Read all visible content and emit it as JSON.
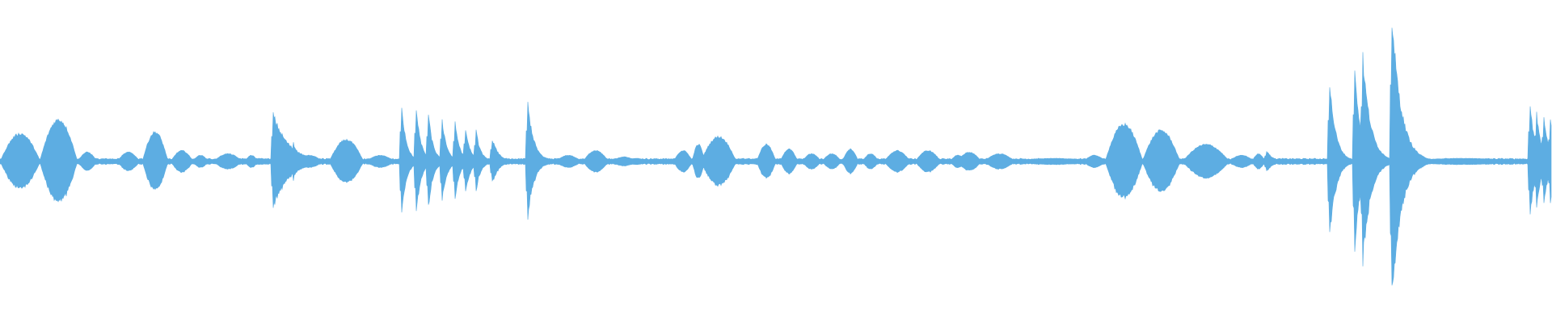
{
  "waveform": {
    "color": "#5DADE2",
    "background": "#ffffff",
    "baseline_amplitude": 0.02,
    "segments": [
      {
        "type": "lobe",
        "start": 0.0,
        "end": 0.026,
        "amp": 0.18
      },
      {
        "type": "lobe",
        "start": 0.026,
        "end": 0.05,
        "amp": 0.27
      },
      {
        "type": "lobe",
        "start": 0.05,
        "end": 0.062,
        "amp": 0.06
      },
      {
        "type": "lobe",
        "start": 0.076,
        "end": 0.09,
        "amp": 0.06
      },
      {
        "type": "lobe",
        "start": 0.092,
        "end": 0.108,
        "amp": 0.19
      },
      {
        "type": "lobe",
        "start": 0.11,
        "end": 0.124,
        "amp": 0.07
      },
      {
        "type": "lobe",
        "start": 0.124,
        "end": 0.134,
        "amp": 0.04
      },
      {
        "type": "lobe",
        "start": 0.138,
        "end": 0.156,
        "amp": 0.05
      },
      {
        "type": "lobe",
        "start": 0.158,
        "end": 0.166,
        "amp": 0.04
      },
      {
        "type": "spike",
        "pos": 0.176,
        "amp": 0.31,
        "decay": 0.01
      },
      {
        "type": "spike",
        "pos": 0.189,
        "amp": 0.12,
        "decay": 0.004
      },
      {
        "type": "lobe",
        "start": 0.19,
        "end": 0.208,
        "amp": 0.04
      },
      {
        "type": "lobe",
        "start": 0.212,
        "end": 0.234,
        "amp": 0.14
      },
      {
        "type": "lobe",
        "start": 0.236,
        "end": 0.254,
        "amp": 0.04
      },
      {
        "type": "spike",
        "pos": 0.259,
        "amp": 0.37,
        "decay": 0.003
      },
      {
        "type": "spike",
        "pos": 0.268,
        "amp": 0.35,
        "decay": 0.003
      },
      {
        "type": "spike",
        "pos": 0.276,
        "amp": 0.31,
        "decay": 0.003
      },
      {
        "type": "spike",
        "pos": 0.285,
        "amp": 0.28,
        "decay": 0.003
      },
      {
        "type": "spike",
        "pos": 0.293,
        "amp": 0.25,
        "decay": 0.003
      },
      {
        "type": "spike",
        "pos": 0.3,
        "amp": 0.22,
        "decay": 0.003
      },
      {
        "type": "spike",
        "pos": 0.307,
        "amp": 0.2,
        "decay": 0.003
      },
      {
        "type": "spike",
        "pos": 0.317,
        "amp": 0.15,
        "decay": 0.004
      },
      {
        "type": "spike",
        "pos": 0.34,
        "amp": 0.38,
        "decay": 0.004
      },
      {
        "type": "lobe",
        "start": 0.342,
        "end": 0.356,
        "amp": 0.03
      },
      {
        "type": "lobe",
        "start": 0.358,
        "end": 0.374,
        "amp": 0.04
      },
      {
        "type": "lobe",
        "start": 0.376,
        "end": 0.392,
        "amp": 0.07
      },
      {
        "type": "lobe",
        "start": 0.394,
        "end": 0.41,
        "amp": 0.03
      },
      {
        "type": "lobe",
        "start": 0.402,
        "end": 0.418,
        "amp": 0.02
      },
      {
        "type": "lobe",
        "start": 0.434,
        "end": 0.446,
        "amp": 0.07
      },
      {
        "type": "lobe",
        "start": 0.446,
        "end": 0.454,
        "amp": 0.11
      },
      {
        "type": "lobe",
        "start": 0.452,
        "end": 0.474,
        "amp": 0.16
      },
      {
        "type": "lobe",
        "start": 0.488,
        "end": 0.5,
        "amp": 0.11
      },
      {
        "type": "lobe",
        "start": 0.503,
        "end": 0.514,
        "amp": 0.08
      },
      {
        "type": "lobe",
        "start": 0.517,
        "end": 0.529,
        "amp": 0.05
      },
      {
        "type": "lobe",
        "start": 0.53,
        "end": 0.542,
        "amp": 0.05
      },
      {
        "type": "lobe",
        "start": 0.543,
        "end": 0.553,
        "amp": 0.08
      },
      {
        "type": "lobe",
        "start": 0.556,
        "end": 0.566,
        "amp": 0.05
      },
      {
        "type": "lobe",
        "start": 0.57,
        "end": 0.586,
        "amp": 0.07
      },
      {
        "type": "lobe",
        "start": 0.59,
        "end": 0.606,
        "amp": 0.07
      },
      {
        "type": "lobe",
        "start": 0.612,
        "end": 0.622,
        "amp": 0.04
      },
      {
        "type": "lobe",
        "start": 0.617,
        "end": 0.632,
        "amp": 0.06
      },
      {
        "type": "lobe",
        "start": 0.634,
        "end": 0.654,
        "amp": 0.05
      },
      {
        "type": "lobe",
        "start": 0.656,
        "end": 0.704,
        "amp": 0.02
      },
      {
        "type": "lobe",
        "start": 0.698,
        "end": 0.712,
        "amp": 0.04
      },
      {
        "type": "lobe",
        "start": 0.712,
        "end": 0.736,
        "amp": 0.24
      },
      {
        "type": "lobe",
        "start": 0.736,
        "end": 0.76,
        "amp": 0.2
      },
      {
        "type": "lobe",
        "start": 0.762,
        "end": 0.792,
        "amp": 0.11
      },
      {
        "type": "lobe",
        "start": 0.792,
        "end": 0.808,
        "amp": 0.04
      },
      {
        "type": "lobe",
        "start": 0.807,
        "end": 0.815,
        "amp": 0.05
      },
      {
        "type": "spike",
        "pos": 0.816,
        "amp": 0.07,
        "decay": 0.004
      },
      {
        "type": "spike",
        "pos": 0.857,
        "amp": 0.51,
        "decay": 0.004
      },
      {
        "type": "spike",
        "pos": 0.873,
        "amp": 0.58,
        "decay": 0.004
      },
      {
        "type": "spike",
        "pos": 0.878,
        "amp": 0.68,
        "decay": 0.005
      },
      {
        "type": "spike",
        "pos": 0.897,
        "amp": 0.95,
        "decay": 0.006
      },
      {
        "type": "lobe",
        "start": 0.9,
        "end": 0.984,
        "amp": 0.02
      },
      {
        "type": "spike",
        "pos": 0.986,
        "amp": 0.37,
        "decay": 0.003
      },
      {
        "type": "spike",
        "pos": 0.99,
        "amp": 0.32,
        "decay": 0.003
      },
      {
        "type": "spike",
        "pos": 0.995,
        "amp": 0.3,
        "decay": 0.003
      },
      {
        "type": "spike",
        "pos": 0.999,
        "amp": 0.27,
        "decay": 0.003
      }
    ]
  }
}
